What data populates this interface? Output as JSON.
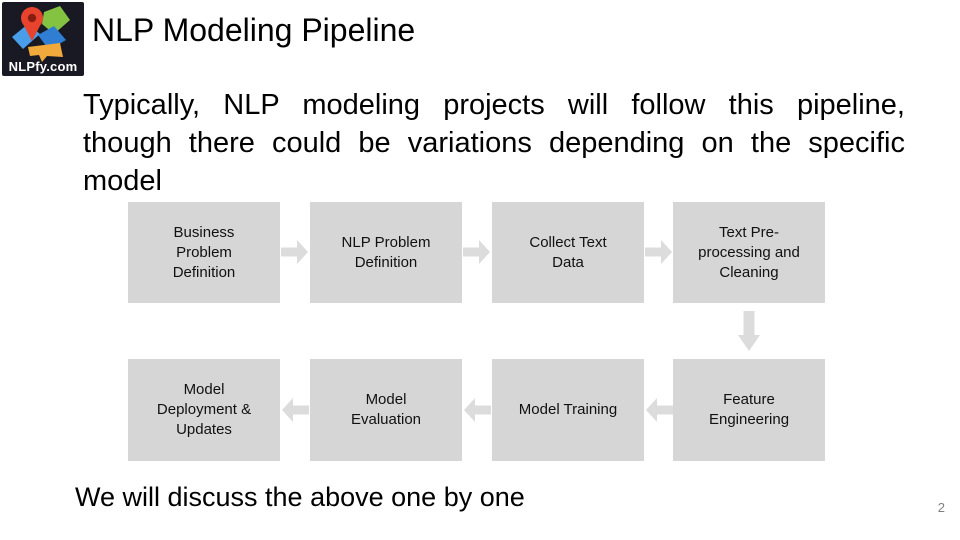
{
  "slide": {
    "logo": {
      "brand": "NLPfy.com"
    },
    "title": "NLP Modeling Pipeline",
    "intro": {
      "lines": [
        "Typically, NLP modeling projects will follow this pipeline,",
        "though there could be variations depending on the specific",
        "model"
      ]
    },
    "pipeline": {
      "row1_direction": "left-to-right",
      "row1": [
        {
          "label": "Business\nProblem\nDefinition"
        },
        {
          "label": "NLP Problem\nDefinition"
        },
        {
          "label": "Collect Text\nData"
        },
        {
          "label": "Text Pre-\nprocessing and\nCleaning"
        }
      ],
      "row2_direction": "right-to-left",
      "row2": [
        {
          "label": "Model\nDeployment &\nUpdates"
        },
        {
          "label": "Model\nEvaluation"
        },
        {
          "label": "Model Training"
        },
        {
          "label": "Feature\nEngineering"
        }
      ],
      "logical_order": [
        "Business Problem Definition",
        "NLP Problem Definition",
        "Collect Text Data",
        "Text Pre-processing and Cleaning",
        "Feature Engineering",
        "Model Training",
        "Model Evaluation",
        "Model Deployment & Updates"
      ]
    },
    "footer": "We will discuss the above one by one",
    "page_number": "2",
    "colors": {
      "box_fill": "#d6d6d6",
      "arrow_fill": "#dcdcdc",
      "logo_background": "#191924",
      "text": "#010101",
      "page_number": "#7f7f7f"
    }
  }
}
